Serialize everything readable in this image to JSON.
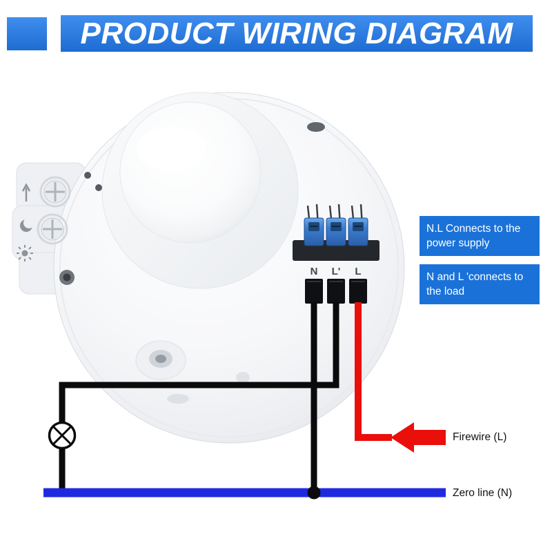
{
  "header": {
    "title": "PRODUCT WIRING DIAGRAM"
  },
  "callouts": [
    {
      "text": "N.L Connects to the power supply"
    },
    {
      "text": "N and L 'connects to the load"
    }
  ],
  "terminals": {
    "labels": [
      "N",
      "L'",
      "L"
    ]
  },
  "labels": {
    "firewire": "Firewire (L)",
    "zero_line": "Zero line (N)"
  },
  "colors": {
    "banner_blue_top": "#3f8eee",
    "banner_blue_bottom": "#1e6cd2",
    "callout_blue": "#1a72d9",
    "wire_black": "#0b0b0c",
    "wire_red": "#ea0f0b",
    "wire_blue": "#1f2ae0",
    "terminal_blue": "#3b7ed2"
  }
}
